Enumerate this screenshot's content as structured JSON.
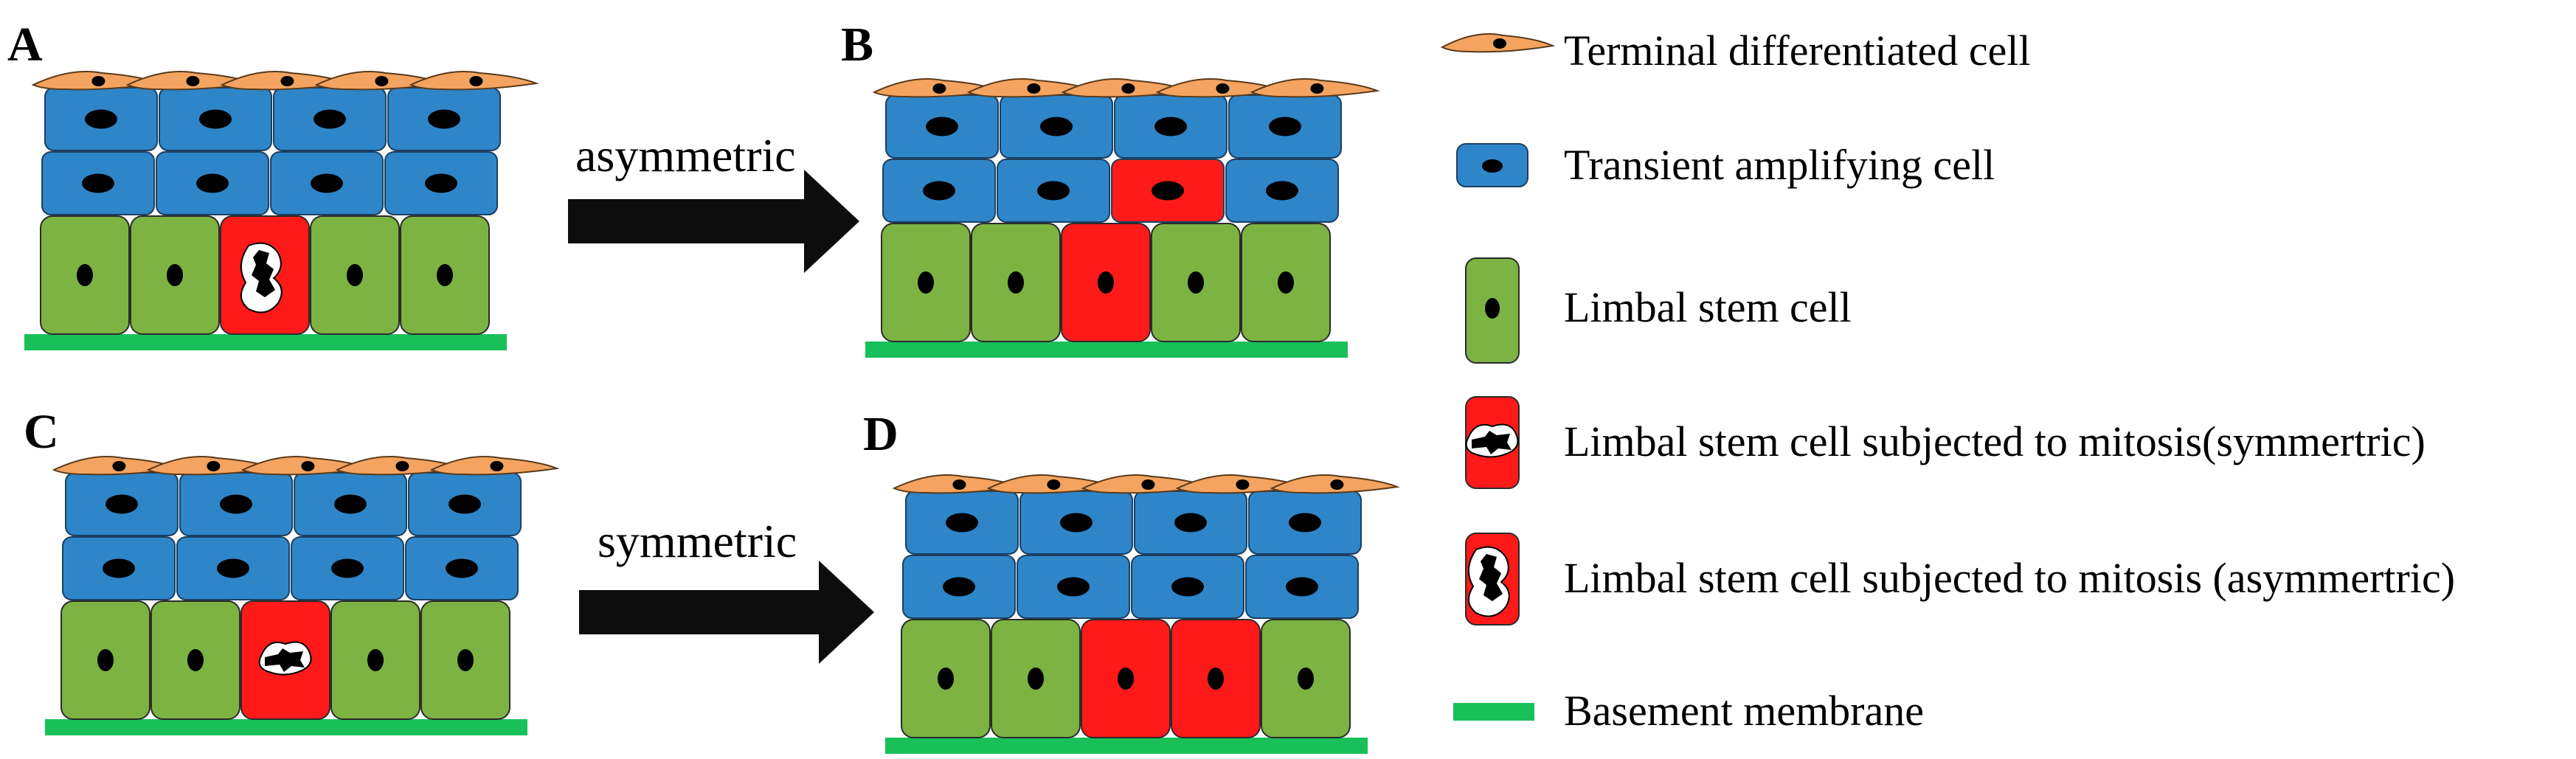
{
  "panels": [
    {
      "id": "A",
      "label": "A",
      "stem_pattern": [
        "normal",
        "normal",
        "mitosis-asymmetric",
        "normal",
        "normal"
      ],
      "transient_red_index": null
    },
    {
      "id": "B",
      "label": "B",
      "stem_pattern": [
        "normal",
        "normal",
        "red",
        "normal",
        "normal"
      ],
      "transient_red_index": 2
    },
    {
      "id": "C",
      "label": "C",
      "stem_pattern": [
        "normal",
        "normal",
        "mitosis-symmetric",
        "normal",
        "normal"
      ],
      "transient_red_index": null
    },
    {
      "id": "D",
      "label": "D",
      "stem_pattern": [
        "normal",
        "normal",
        "red",
        "red",
        "normal"
      ],
      "transient_red_index": null
    }
  ],
  "arrows": {
    "top": {
      "label": "asymmetric"
    },
    "bottom": {
      "label": "symmetric"
    }
  },
  "legend": [
    {
      "key": "terminal",
      "label": "Terminal differentiated cell"
    },
    {
      "key": "transient",
      "label": "Transient amplifying cell"
    },
    {
      "key": "stem",
      "label": "Limbal stem cell"
    },
    {
      "key": "mitosis-symmetric",
      "label": "Limbal stem cell subjected to mitosis(symmertric)"
    },
    {
      "key": "mitosis-asymmetric",
      "label": "Limbal stem cell subjected to mitosis (asymmertric)"
    },
    {
      "key": "membrane",
      "label": "Basement membrane"
    }
  ],
  "colors": {
    "terminal": "#f4a460",
    "transient": "#2e86c9",
    "stem": "#7cb342",
    "mitosis": "#ff1a1a",
    "membrane": "#19c05a",
    "nucleus": "#000000",
    "arrow": "#0d0d0d"
  }
}
